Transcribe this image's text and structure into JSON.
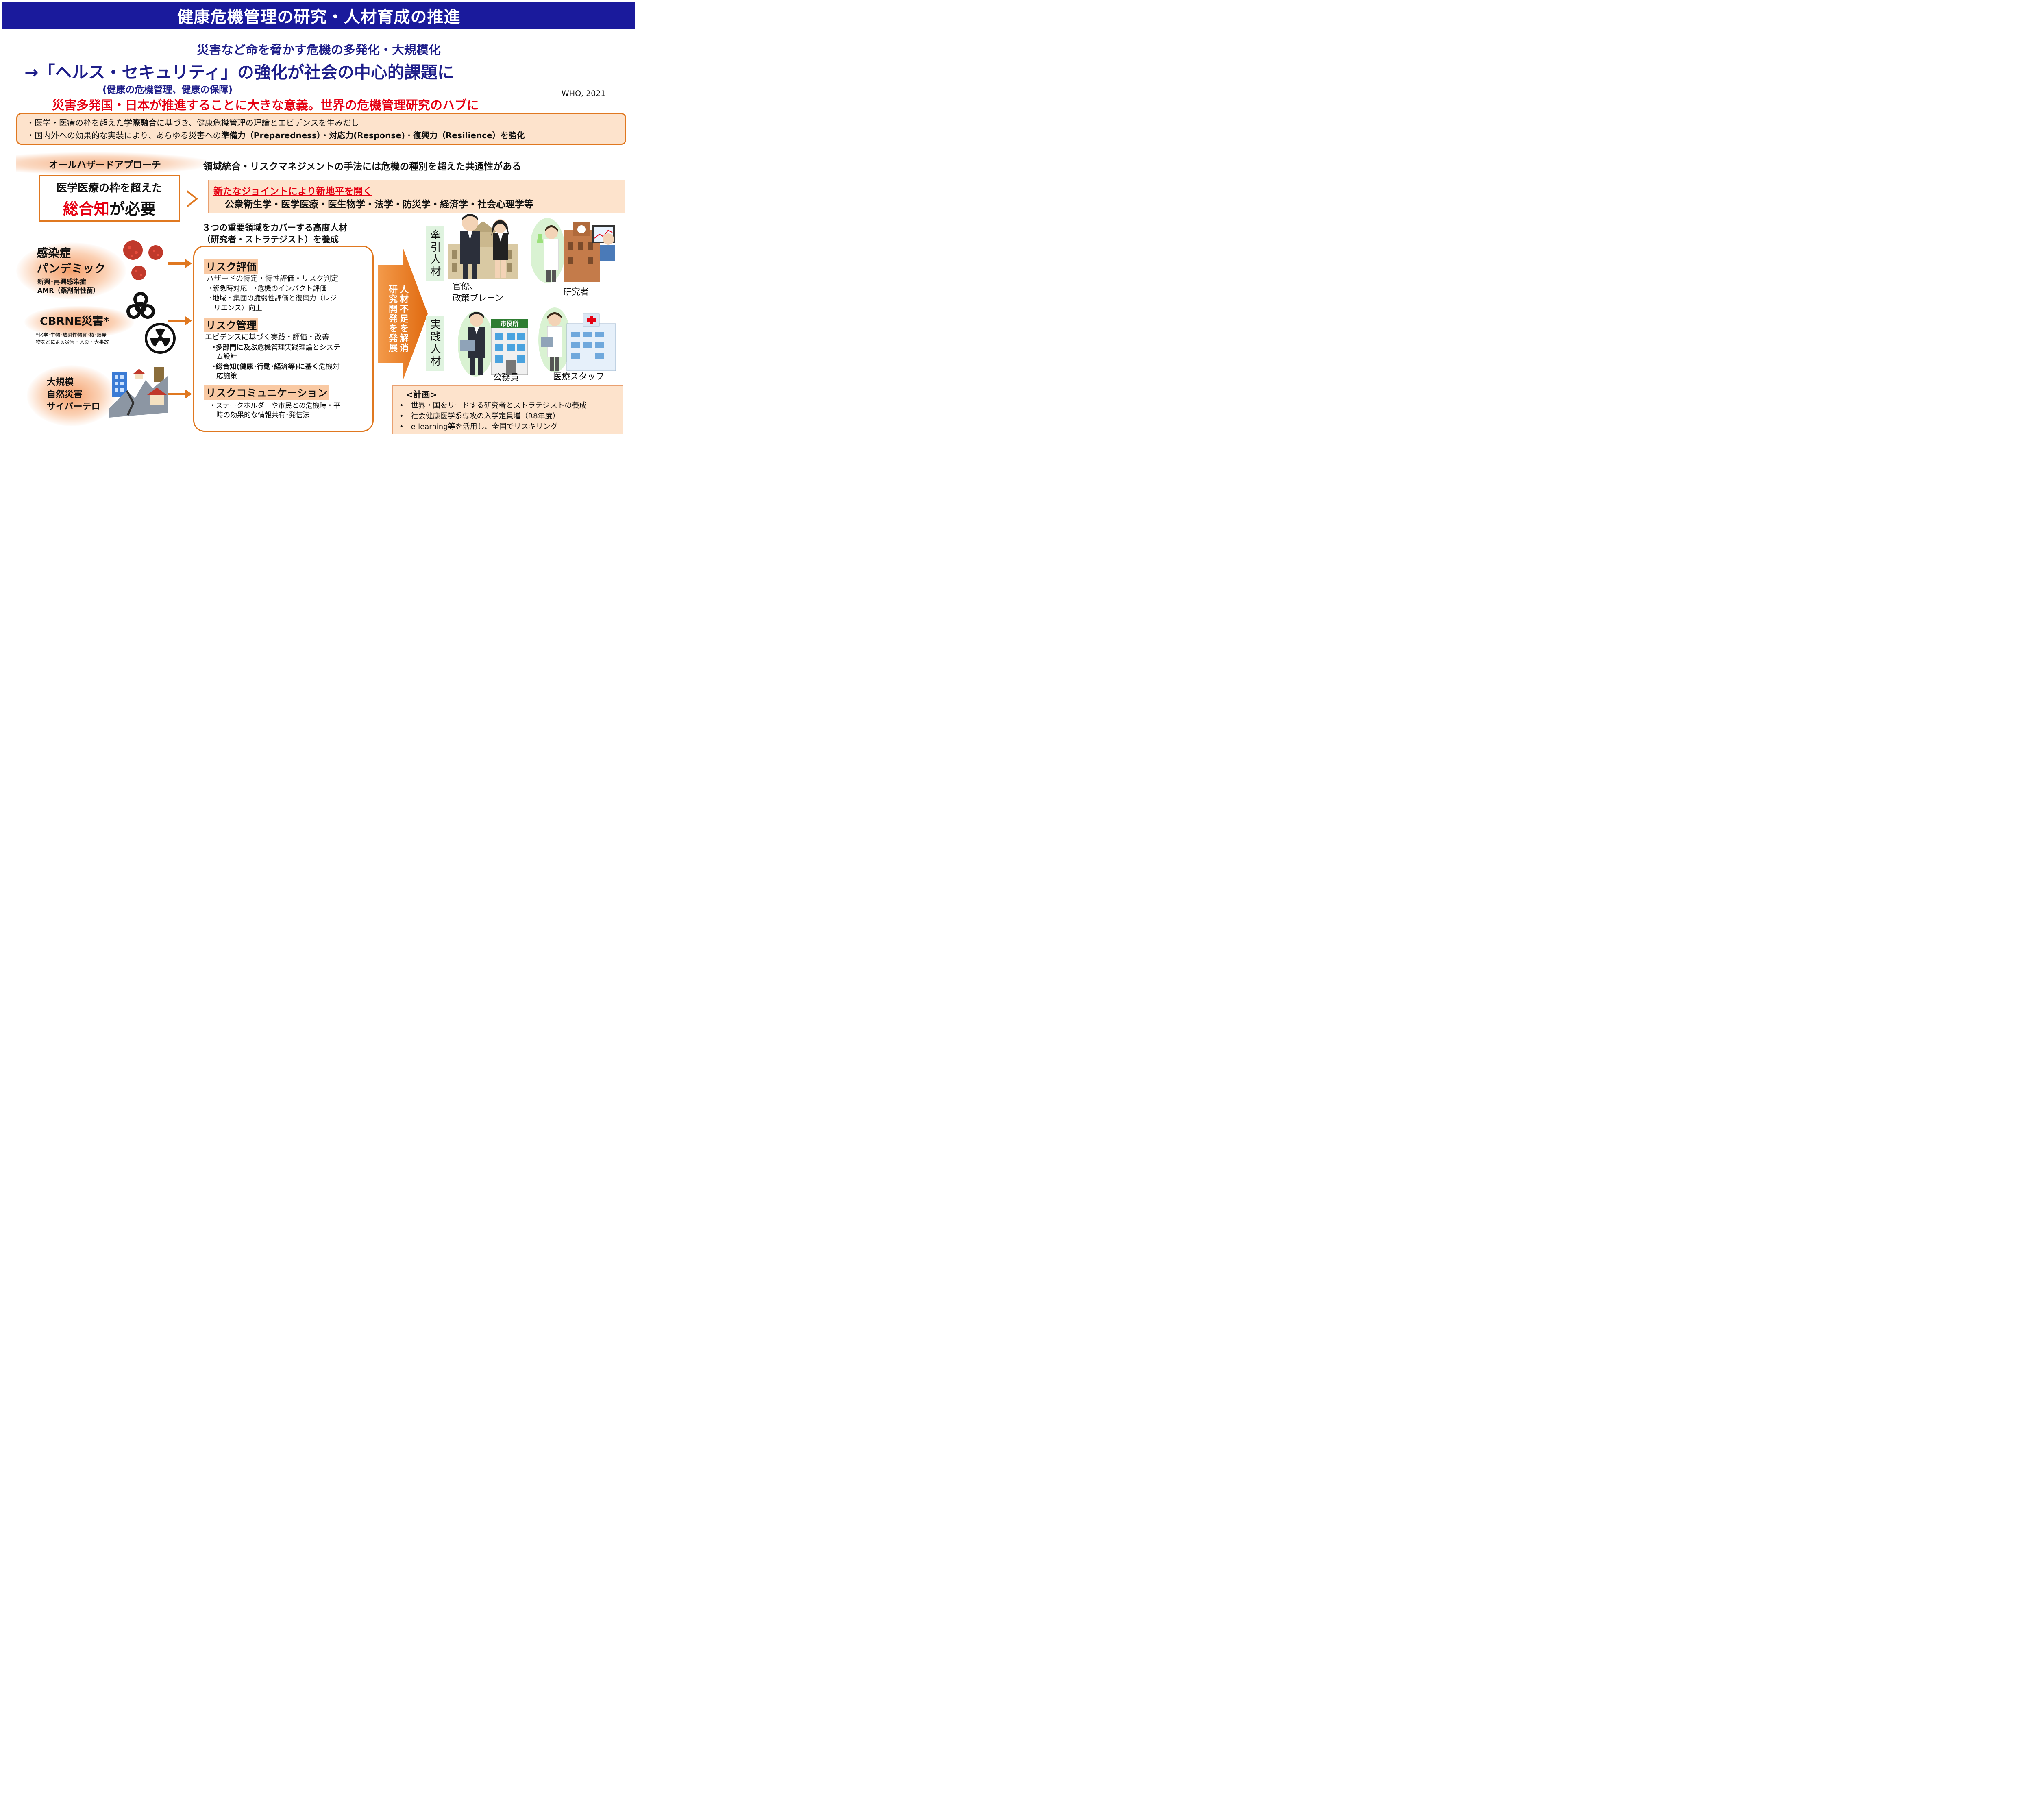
{
  "title": "健康危機管理の研究・人材育成の推進",
  "subtitle1": "災害など命を脅かす危機の多発化・大規模化",
  "subtitle2": "→「ヘルス・セキュリティ」の強化が社会の中心的課題に",
  "subtitle3": "(健康の危機管理、健康の保障)",
  "source": "WHO, 2021",
  "hub_statement": "災害多発国・日本が推進することに大きな意義。世界の危機管理研究のハブに",
  "summary": {
    "line1": {
      "pre": "・医学・医療の枠を超えた",
      "bold": "学際融合",
      "post": "に基づき、健康危機管理の理論とエビデンスを生みだし"
    },
    "line2": {
      "pre": "・国内外への効果的な実装により、あらゆる災害への",
      "bold1": "準備力（Preparedness）",
      "mid1": "・",
      "bold2": "対応力(Response)",
      "mid2": "・",
      "bold3": "復興力（Resilience）を強化"
    }
  },
  "all_hazard": {
    "label": "オールハザードアプローチ",
    "description": "領域統合・リスクマネジメントの手法には危機の種別を超えた共通性がある"
  },
  "sogo": {
    "line1": "医学医療の枠を超えた",
    "red": "総合知",
    "rest": "が必要"
  },
  "joint": {
    "title": "新たなジョイントにより新地平を開く",
    "fields": "公衆衛生学・医学医療・医生物学・法学・防災学・経済学・社会心理学等"
  },
  "human_resources": {
    "line1": "３つの重要領域をカバーする高度人材",
    "line2": "（研究者・ストラテジスト）を養成"
  },
  "hazards": {
    "infection": {
      "title1": "感染症",
      "title2": "パンデミック",
      "sub1": "新興･再興感染症",
      "sub2": "AMR（薬剤耐性菌）"
    },
    "cbrne": {
      "title": "CBRNE災害*",
      "note1": "*化学･生物･放射性物質･核･爆発",
      "note2": "物などによる災害・人災・大事故"
    },
    "disaster": {
      "line1": "大規模",
      "line2": "自然災害",
      "line3": "サイバーテロ"
    }
  },
  "areas": {
    "assessment": {
      "head": "リスク評価",
      "lines": [
        "ハザードの特定・特性評価・リスク判定",
        "･緊急時対応　･危機のインパクト評価",
        "･地域・集団の脆弱性評価と復興力（レジ",
        "リエンス）向上"
      ]
    },
    "management": {
      "head": "リスク管理",
      "line1": "エビデンスに基づく実践・評価・改善",
      "item1_bold": "･多部門に及ぶ",
      "item1_rest": "危機管理実践理論とシステ",
      "item1_cont": "ム設計",
      "item2_bold": "･総合知(健康･行動･経済等)に基く",
      "item2_rest": "危機対",
      "item2_cont": "応施策"
    },
    "communication": {
      "head": "リスクコミュニケーション",
      "lines": [
        "・ステークホルダーや市民との危機時・平",
        "時の効果的な情報共有･発信法"
      ]
    }
  },
  "big_arrow": {
    "line1": "人材不足を解消",
    "line2": "研究開発を発展"
  },
  "roles": {
    "leading": "牽引人材",
    "practical": "実践人材",
    "bureaucrat1": "官僚、",
    "bureaucrat2": "政策ブレーン",
    "researcher": "研究者",
    "civil_servant": "公務員",
    "medical": "医療スタッフ",
    "city_hall_sign": "市役所"
  },
  "plan": {
    "title": "<計画>",
    "items": [
      "•　世界・国をリードする研究者とストラテジストの養成",
      "•　社会健康医学系専攻の入学定員増（R8年度）",
      "•　e-learning等を活用し、全国でリスキリング"
    ]
  },
  "colors": {
    "navy": "#1a1a9c",
    "orange": "#e07820",
    "red": "#e60012",
    "peach": "#fde3cc"
  }
}
